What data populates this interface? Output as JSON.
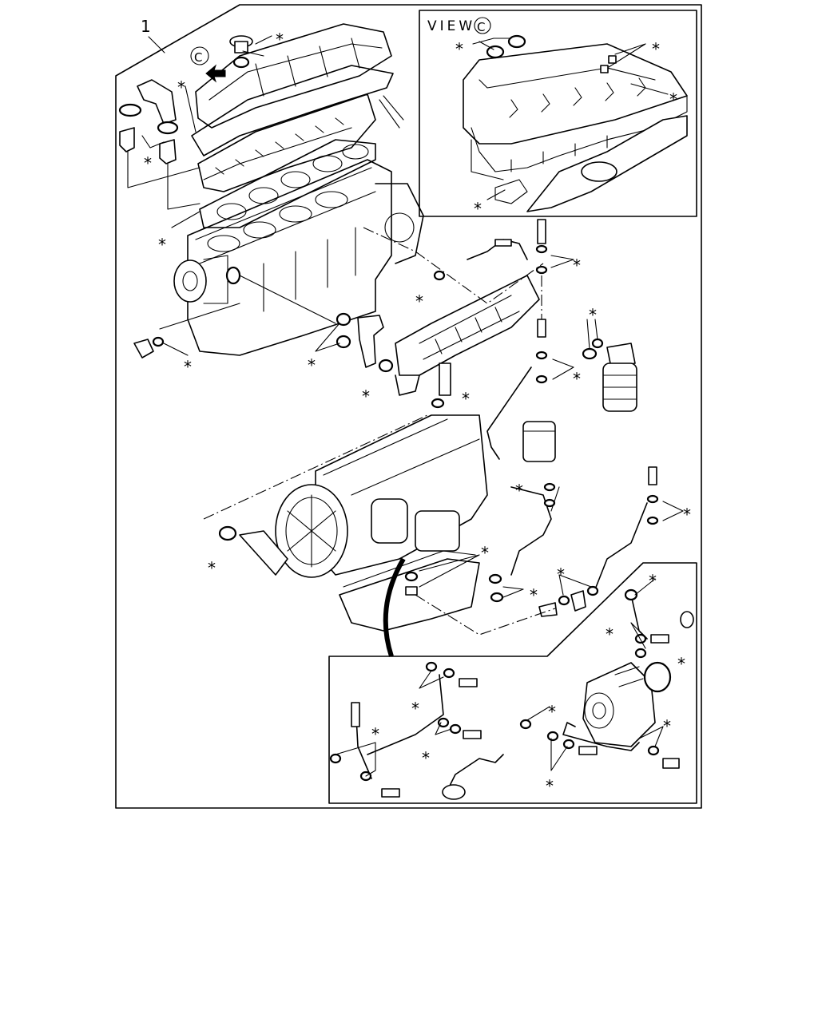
{
  "diagram": {
    "part_number": "1",
    "view_label": "VIEW",
    "view_letter": "C",
    "callout_letter": "C",
    "kit_marker": "⁎"
  }
}
